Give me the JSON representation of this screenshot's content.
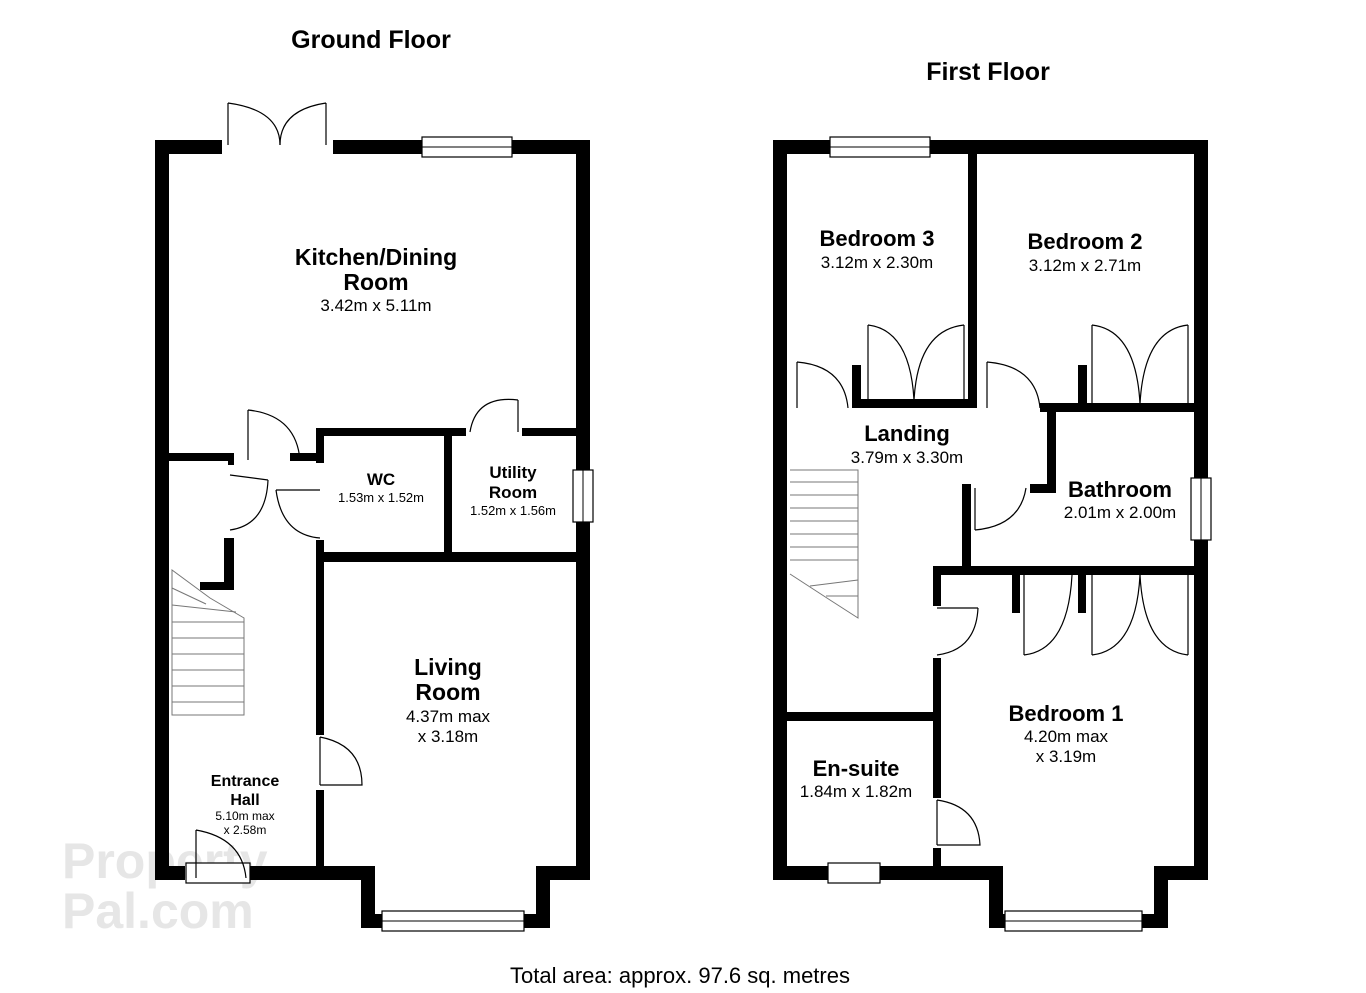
{
  "floors": {
    "ground": {
      "title": "Ground Floor",
      "rooms": {
        "kitchen": {
          "name_line1": "Kitchen/Dining",
          "name_line2": "Room",
          "size": "3.42m x 5.11m"
        },
        "wc": {
          "name": "WC",
          "size": "1.53m x 1.52m"
        },
        "utility": {
          "name_line1": "Utility",
          "name_line2": "Room",
          "size": "1.52m x 1.56m"
        },
        "living": {
          "name_line1": "Living",
          "name_line2": "Room",
          "size_line1": "4.37m max",
          "size_line2": "x 3.18m"
        },
        "hall": {
          "name_line1": "Entrance",
          "name_line2": "Hall",
          "size_line1": "5.10m max",
          "size_line2": "x 2.58m"
        }
      }
    },
    "first": {
      "title": "First Floor",
      "rooms": {
        "bedroom3": {
          "name": "Bedroom 3",
          "size": "3.12m x 2.30m"
        },
        "bedroom2": {
          "name": "Bedroom 2",
          "size": "3.12m x 2.71m"
        },
        "landing": {
          "name": "Landing",
          "size": "3.79m x 3.30m"
        },
        "bathroom": {
          "name": "Bathroom",
          "size": "2.01m x 2.00m"
        },
        "bedroom1": {
          "name": "Bedroom 1",
          "size_line1": "4.20m max",
          "size_line2": "x 3.19m"
        },
        "ensuite": {
          "name": "En-suite",
          "size": "1.84m x 1.82m"
        }
      }
    }
  },
  "total_area": "Total area: approx. 97.6 sq. metres",
  "watermark": {
    "line1": "Property",
    "line2": "Pal.com"
  }
}
